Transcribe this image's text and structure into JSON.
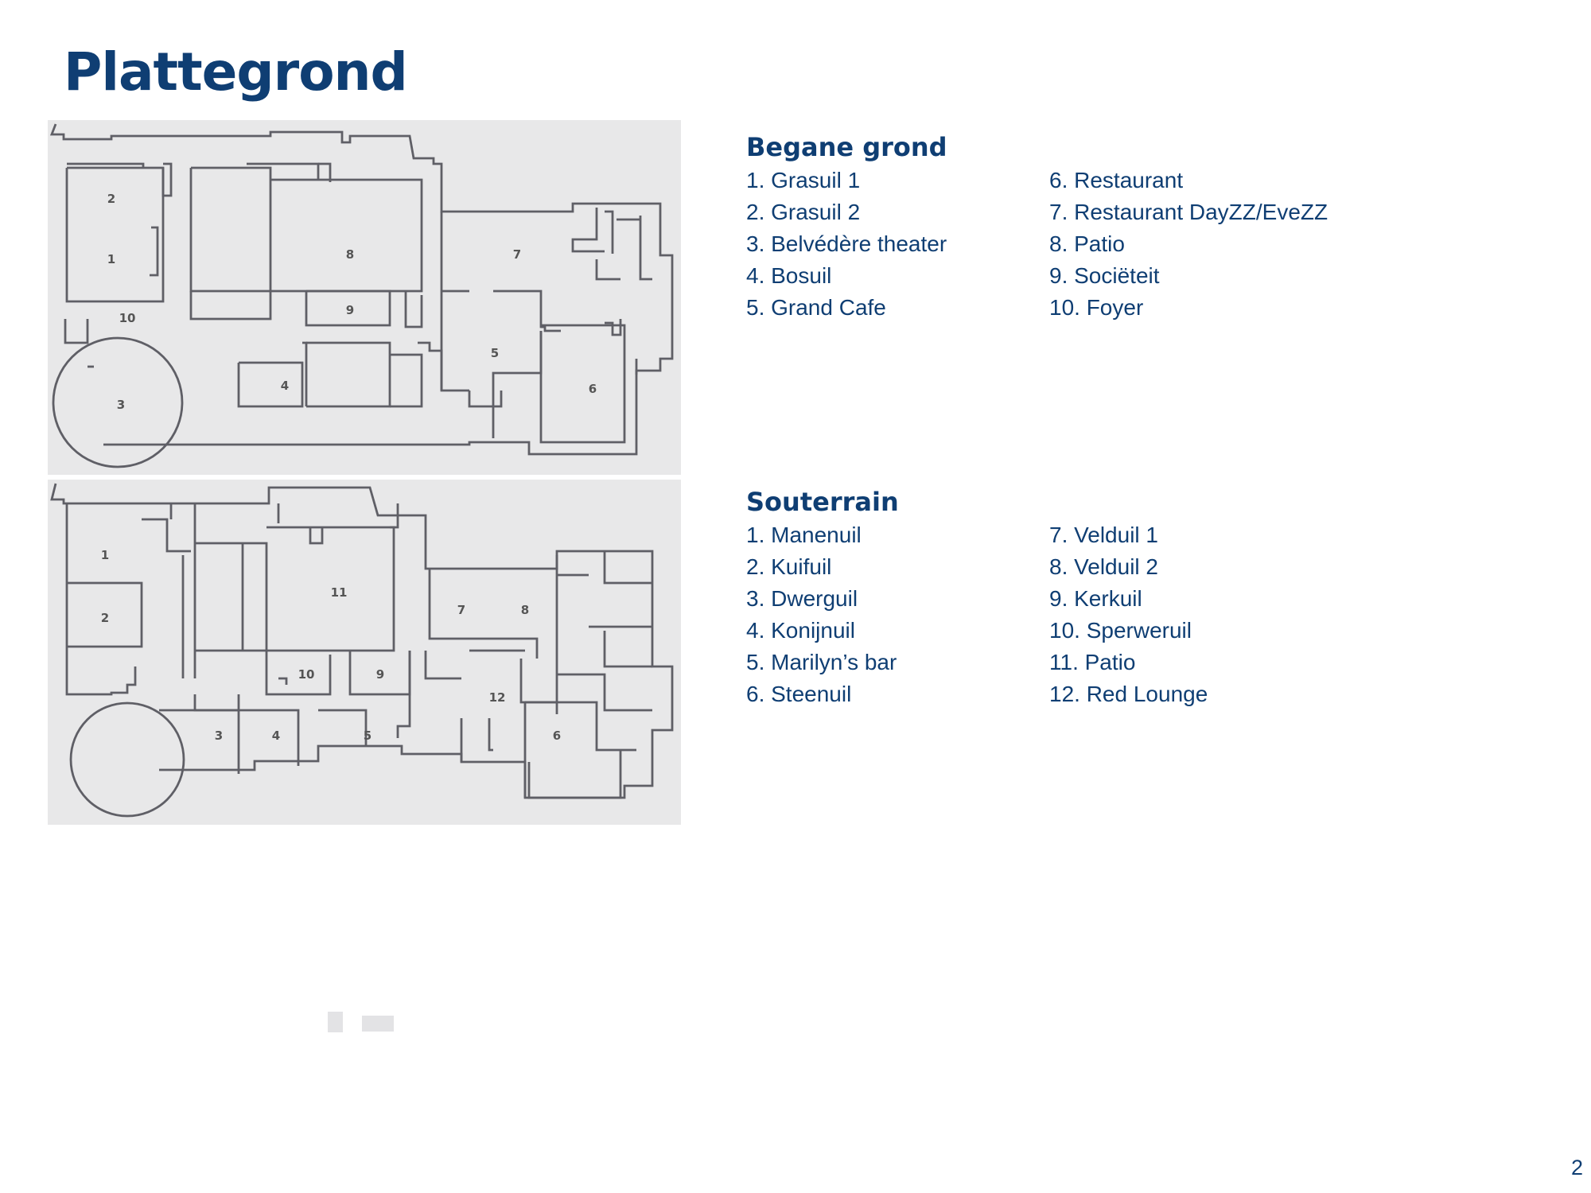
{
  "page": {
    "title": "Plattegrond",
    "page_number": "2"
  },
  "ground_floor": {
    "heading": "Begane grond",
    "plan_labels": [
      "1",
      "2",
      "3",
      "4",
      "5",
      "6",
      "7",
      "8",
      "9",
      "10"
    ],
    "col1": [
      "1. Grasuil 1",
      "2. Grasuil 2",
      "3. Belvédère theater",
      "4. Bosuil",
      "5. Grand Cafe"
    ],
    "col2": [
      "6. Restaurant",
      "7. Restaurant DayZZ/EveZZ",
      "8. Patio",
      "9. Sociëteit",
      "10. Foyer"
    ]
  },
  "basement": {
    "heading": "Souterrain",
    "plan_labels": [
      "1",
      "2",
      "3",
      "4",
      "5",
      "6",
      "7",
      "8",
      "9",
      "10",
      "11",
      "12"
    ],
    "col1": [
      "1. Manenuil",
      "2. Kuifuil",
      "3. Dwerguil",
      "4. Konijnuil",
      "5. Marilyn’s bar",
      "6. Steenuil"
    ],
    "col2": [
      "7. Velduil 1",
      "8. Velduil 2",
      "9. Kerkuil",
      "10. Sperweruil",
      "11. Patio",
      "12. Red Lounge"
    ]
  },
  "colors": {
    "heading_blue": "#0f3e73",
    "plan_background": "#e8e8e9",
    "wall_gray": "#5f5f66"
  }
}
